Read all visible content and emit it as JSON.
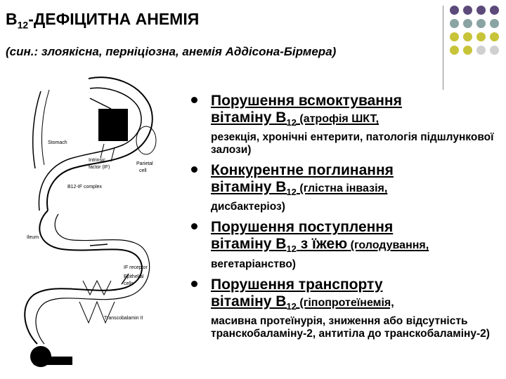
{
  "header": {
    "title_prefix": "B",
    "title_sub": "12",
    "title_rest": "-ДЕФІЦИТНА АНЕМІЯ",
    "subtitle": "(син.: злоякісна, перніціозна, анемія Аддісона-Бірмера)"
  },
  "decoration": {
    "dot_colors": [
      "#5b4a7a",
      "#8aa3a3",
      "#c8c43a",
      "#d0d0d0"
    ]
  },
  "diagram": {
    "labels": {
      "stomach": "Stomach",
      "intrinsic1": "Intrinsic",
      "intrinsic2": "factor (IF)",
      "parietal1": "Parietal",
      "parietal2": "cell",
      "b12if": "B12-IF complex",
      "ileum": "Ileum",
      "if_receptor": "IF receptor",
      "epithelial1": "Epithelial",
      "epithelial2": "cells",
      "transcobalamin": "Transcobalamin II"
    }
  },
  "bullets": [
    {
      "main1": "Порушення всмоктування",
      "main2_pre": "вітаміну В",
      "main2_sub": "12",
      "paren": " (атрофія ШКТ,",
      "detail": "резекція, хронічні ентерити, патологія підшлункової залози)"
    },
    {
      "main1": "Конкурентне поглинання",
      "main2_pre": "вітаміну В",
      "main2_sub": "12",
      "paren": " (глістна інвазія,",
      "detail": "дисбактеріоз)"
    },
    {
      "main1": "Порушення поступлення",
      "main2_pre": "вітаміну В",
      "main2_sub": "12",
      "main2_post": " з їжею",
      "paren": " (голодування,",
      "detail": "вегетаріанство)"
    },
    {
      "main1": "Порушення транспорту",
      "main2_pre": "вітаміну В",
      "main2_sub": "12",
      "paren": " (гіпопротеїнемія,",
      "detail": "масивна протеїнурія, зниження або відсутність транскобаламіну-2, антитіла до транскобаламіну-2)"
    }
  ]
}
